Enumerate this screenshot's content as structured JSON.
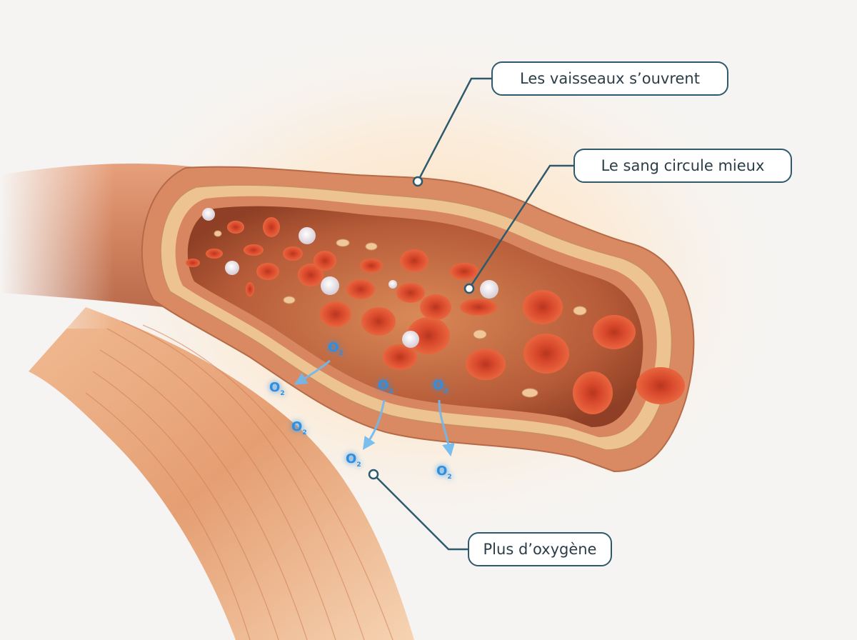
{
  "diagram": {
    "callouts": [
      {
        "id": "vessels-open",
        "text": "Les vaisseaux s’ouvrent"
      },
      {
        "id": "blood-flows",
        "text": "Le sang circule mieux"
      },
      {
        "id": "more-oxygen",
        "text": "Plus d’oxygène"
      }
    ],
    "oxygen_label": {
      "symbol": "O",
      "subscript": "2"
    },
    "colors": {
      "callout_border": "#2f5a6e",
      "callout_text": "#2b3d47",
      "vessel_wall": "#d98a63",
      "vessel_interior": "#c26a45",
      "red_blood_cell": "#d94a2f",
      "oxygen": "#2f8fe0",
      "muscle": "#e8a878",
      "glow": "#ffd9a8"
    },
    "icons": [
      "red-blood-cell-icon",
      "white-blood-cell-icon",
      "platelet-icon",
      "oxygen-molecule-icon"
    ]
  }
}
